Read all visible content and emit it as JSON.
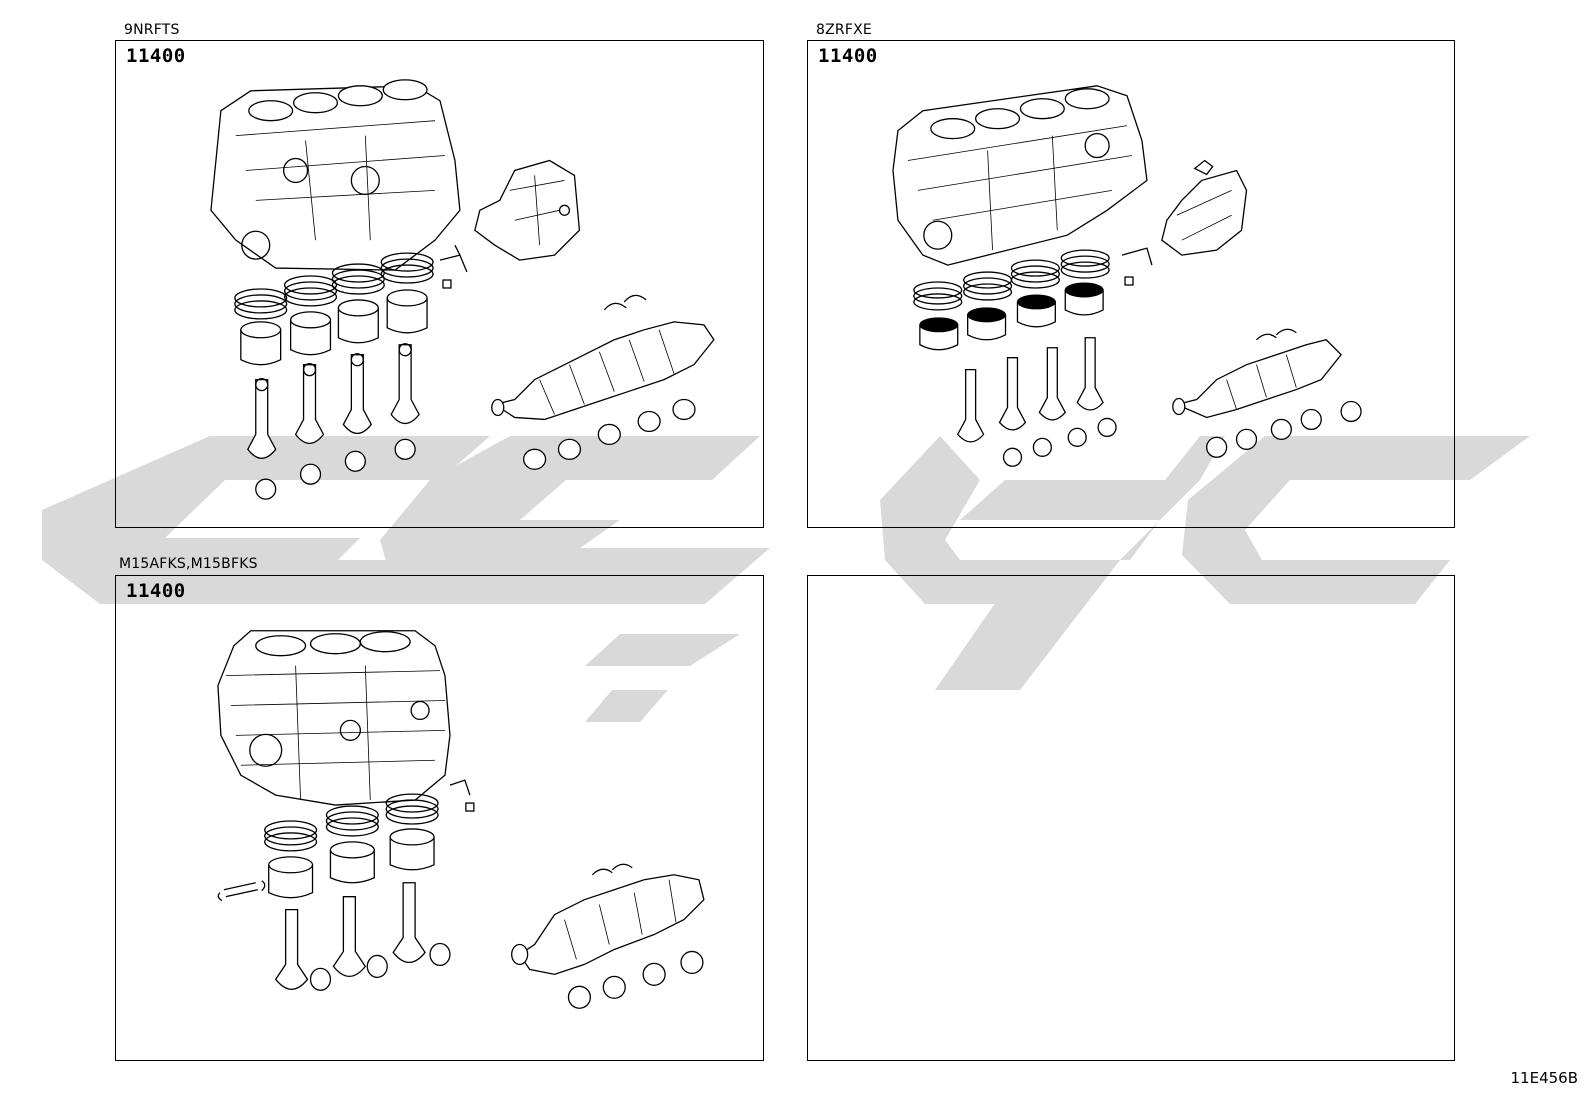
{
  "watermark": {
    "color": "#d9d9d9"
  },
  "panels": [
    {
      "caption": "9NRFTS",
      "code": "11400"
    },
    {
      "caption": "8ZRFXE",
      "code": "11400"
    },
    {
      "caption": "M15AFKS,M15BFKS",
      "code": "11400"
    },
    {
      "caption": "",
      "code": ""
    }
  ],
  "doc_code": "11E456B"
}
